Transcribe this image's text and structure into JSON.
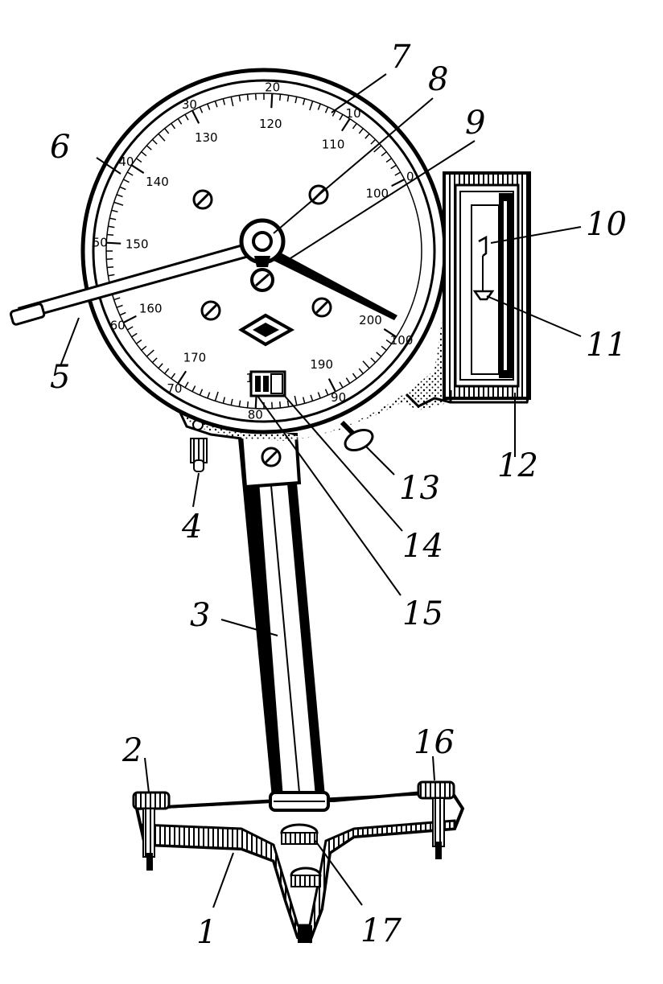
{
  "outer_scale": [
    "10",
    "20",
    "30",
    "40",
    "50",
    "60",
    "70",
    "80",
    "90",
    "100"
  ],
  "inner_scale": [
    "100",
    "110",
    "120",
    "130",
    "140",
    "150",
    "160",
    "170",
    "180",
    "190",
    "200"
  ],
  "zero_mark": "0",
  "callouts": {
    "c1": "1",
    "c2": "2",
    "c3": "3",
    "c4": "4",
    "c5": "5",
    "c6": "6",
    "c7": "7",
    "c8": "8",
    "c9": "9",
    "c10": "10",
    "c11": "11",
    "c12": "12",
    "c13": "13",
    "c14": "14",
    "c15": "15",
    "c16": "16",
    "c17": "17"
  }
}
